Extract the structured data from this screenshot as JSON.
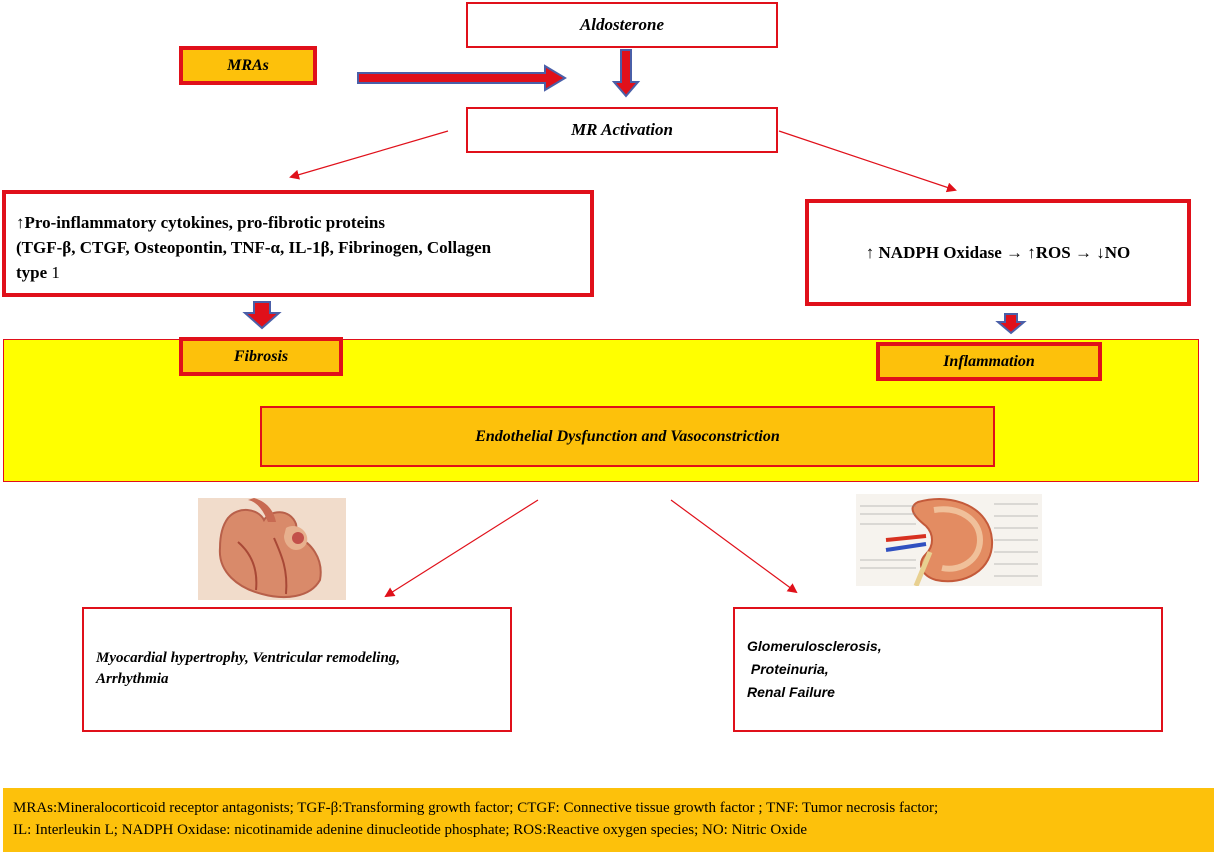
{
  "nodes": {
    "aldosterone": "Aldosterone",
    "mras": "MRAs",
    "mr_activation": "MR Activation",
    "cytokines": {
      "line1": "↑Pro-inflammatory cytokines, pro-fibrotic proteins",
      "line2": "(TGF-β, CTGF, Osteopontin, TNF-α, IL-1β, Fibrinogen, Collagen",
      "line3_bold": "type",
      "line3_rest": " 1"
    },
    "nadph": "↑ NADPH Oxidase → ↑ROS → ↓NO",
    "fibrosis": "Fibrosis",
    "inflammation": "Inflammation",
    "endothelial": "Endothelial Dysfunction and Vasoconstriction",
    "cardiac": {
      "line1": "Myocardial hypertrophy, Ventricular remodeling,",
      "line2": "Arrhythmia"
    },
    "renal": {
      "line1": "Glomerulosclerosis,",
      "line2": " Proteinuria,",
      "line3": "Renal Failure"
    }
  },
  "footnote": {
    "line1": "MRAs:Mineralocorticoid receptor antagonists; TGF-β:Transforming growth factor; CTGF: Connective tissue growth factor ; TNF: Tumor necrosis factor;",
    "line2": "IL: Interleukin L; NADPH Oxidase: nicotinamide adenine dinucleotide phosphate; ROS:Reactive oxygen species; NO: Nitric Oxide"
  },
  "colors": {
    "red": "#e0101a",
    "orange": "#fdc10b",
    "yellow": "#ffff00",
    "arrow_blue": "#4a5fa8"
  },
  "icons": [
    "heart-illustration",
    "kidney-illustration"
  ]
}
